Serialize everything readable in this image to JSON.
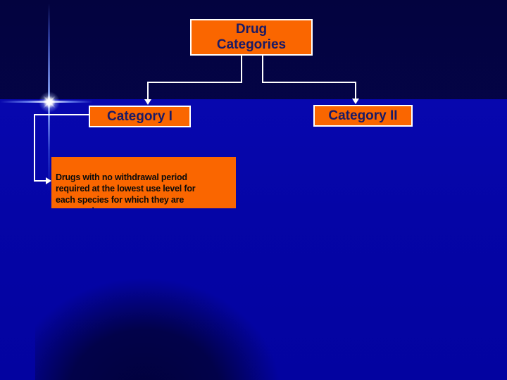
{
  "slide": {
    "title": "Drug\nCategories",
    "nodes": {
      "category1": {
        "label": "Category I"
      },
      "category2": {
        "label": "Category II"
      },
      "category1_note": {
        "text": "Drugs with no withdrawal period\nrequired at the lowest use level for\neach species for which they are\napproved"
      }
    },
    "colors": {
      "box_fill": "#FA6600",
      "box_border": "#FFFFFF",
      "box_text": "#1A1A66",
      "note_text": "#0A0A0A",
      "connector": "#FFFFFF",
      "background_top": "#04044C",
      "background_body": "#0505A6"
    }
  }
}
